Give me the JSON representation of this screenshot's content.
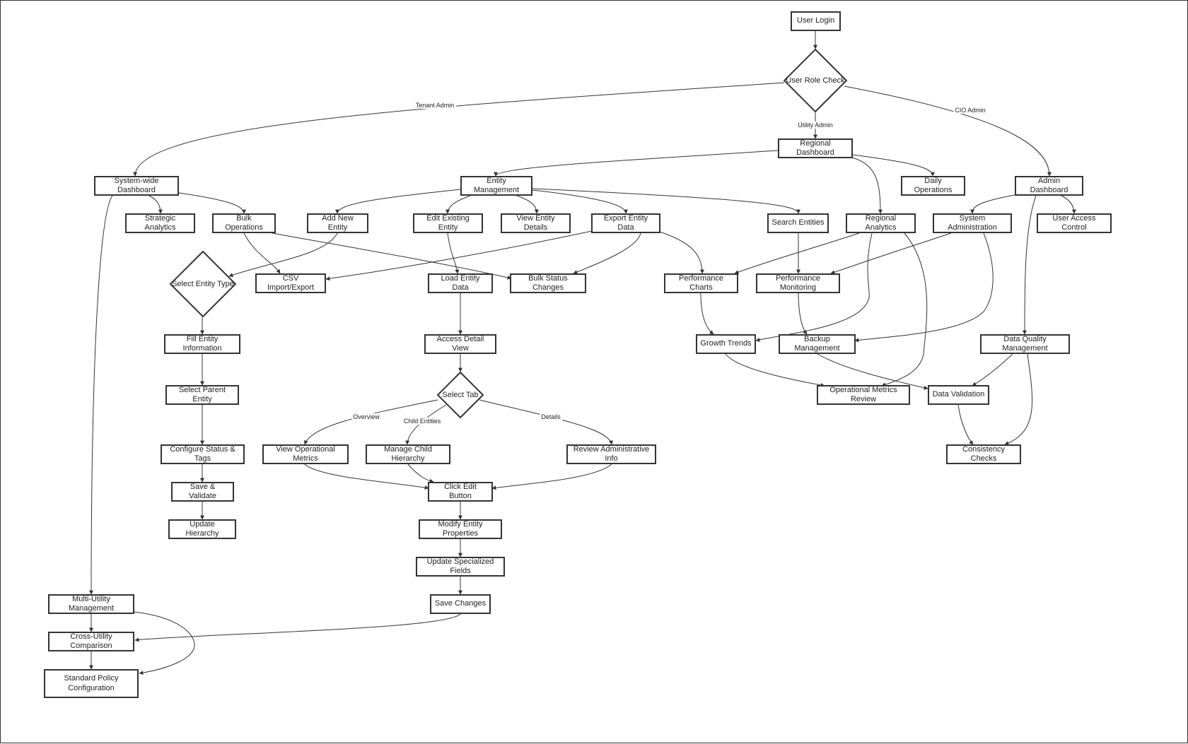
{
  "diagram": {
    "nodes": {
      "user_login": "User Login",
      "user_role_check": "User Role Check",
      "regional_dashboard": "Regional Dashboard",
      "system_wide_dashboard": "System-wide Dashboard",
      "entity_management": "Entity Management",
      "daily_operations": "Daily Operations",
      "admin_dashboard": "Admin Dashboard",
      "strategic_analytics": "Strategic Analytics",
      "bulk_operations": "Bulk Operations",
      "add_new_entity": "Add New Entity",
      "edit_existing_entity": "Edit Existing Entity",
      "view_entity_details": "View Entity Details",
      "export_entity_data": "Export Entity Data",
      "search_entities": "Search Entities",
      "regional_analytics": "Regional Analytics",
      "system_administration": "System Administration",
      "user_access_control": "User Access Control",
      "select_entity_type": "Select Entity Type",
      "csv_import_export": "CSV Import/Export",
      "load_entity_data": "Load Entity Data",
      "bulk_status_changes": "Bulk Status Changes",
      "performance_charts": "Performance Charts",
      "performance_monitoring": "Performance Monitoring",
      "fill_entity_information": "Fill Entity Information",
      "access_detail_view": "Access Detail View",
      "growth_trends": "Growth Trends",
      "backup_management": "Backup Management",
      "data_quality_management": "Data Quality Management",
      "select_parent_entity": "Select Parent Entity",
      "select_tab": "Select Tab",
      "operational_metrics_review": "Operational Metrics Review",
      "data_validation": "Data Validation",
      "configure_status_tags": "Configure Status & Tags",
      "view_operational_metrics": "View Operational Metrics",
      "manage_child_hierarchy": "Manage Child Hierarchy",
      "review_administrative_info": "Review Administrative Info",
      "consistency_checks": "Consistency Checks",
      "save_validate": "Save & Validate",
      "click_edit_button": "Click Edit Button",
      "update_hierarchy": "Update Hierarchy",
      "modify_entity_properties": "Modify Entity Properties",
      "update_specialized_fields": "Update Specialized Fields",
      "multi_utility_management": "Multi-Utility Management",
      "save_changes": "Save Changes",
      "cross_utility_comparison": "Cross-Utility Comparison",
      "standard_policy_configuration": "Standard Policy Configuration"
    },
    "edge_labels": {
      "tenant_admin": "Tenant Admin",
      "utility_admin": "Utility Admin",
      "cio_admin": "CIO Admin",
      "overview": "Overview",
      "child_entities": "Child Entities",
      "details": "Details"
    }
  }
}
